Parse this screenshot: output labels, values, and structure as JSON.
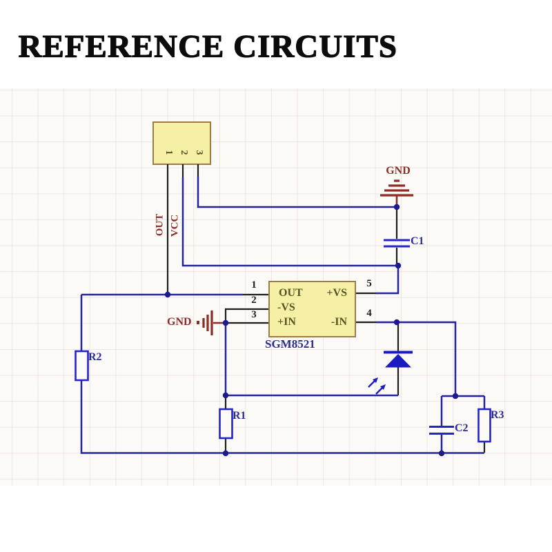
{
  "title": "REFERENCE CIRCUITS",
  "connector": {
    "pin_numbers": [
      "1",
      "2",
      "3"
    ],
    "net_labels": {
      "out": "OUT",
      "vcc": "VCC"
    }
  },
  "power": {
    "gnd_top": "GND",
    "gnd_left": "GND"
  },
  "ic": {
    "part_number": "SGM8521",
    "pin_labels": {
      "out": "OUT",
      "plus_vs": "+VS",
      "minus_vs": "-VS",
      "plus_in": "+IN",
      "minus_in": "-IN"
    },
    "pin_numbers": {
      "out": "1",
      "minus_vs": "2",
      "plus_in": "3",
      "minus_in": "4",
      "plus_vs": "5"
    }
  },
  "components": {
    "c1": "C1",
    "c2": "C2",
    "r1": "R1",
    "r2": "R2",
    "r3": "R3"
  },
  "colors": {
    "wire_blue": "#22229b",
    "component_blue": "#2424c8",
    "diode_blue": "#1b1bc4",
    "label_navy": "#2b2b94",
    "power_red": "#8e2b25",
    "ic_fill": "#f6f0a6",
    "ic_border": "#9c7b4a",
    "ic_text": "#54541f",
    "pin_black": "#1c1c1c",
    "junction_dot": "#1b1b8f"
  }
}
